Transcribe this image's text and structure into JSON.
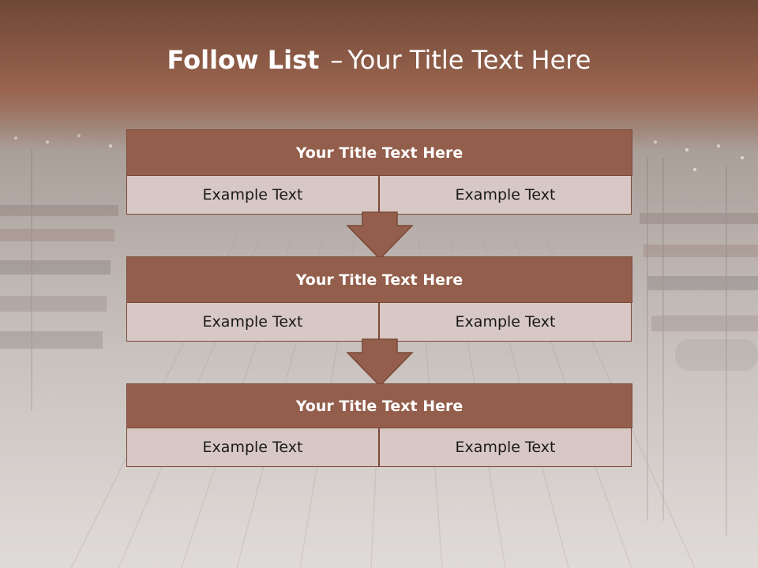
{
  "title": {
    "bold": "Follow List",
    "separator": "–",
    "rest": "Your Title Text Here"
  },
  "blocks": [
    {
      "header": "Your Title Text Here",
      "left": "Example Text",
      "right": "Example Text"
    },
    {
      "header": "Your Title Text Here",
      "left": "Example Text",
      "right": "Example Text"
    },
    {
      "header": "Your Title Text Here",
      "left": "Example Text",
      "right": "Example Text"
    }
  ],
  "colors": {
    "header_fill": "#935e4b",
    "cell_fill": "#d8c8c5",
    "border": "#7a4837",
    "title_band": "#8f5a45"
  }
}
